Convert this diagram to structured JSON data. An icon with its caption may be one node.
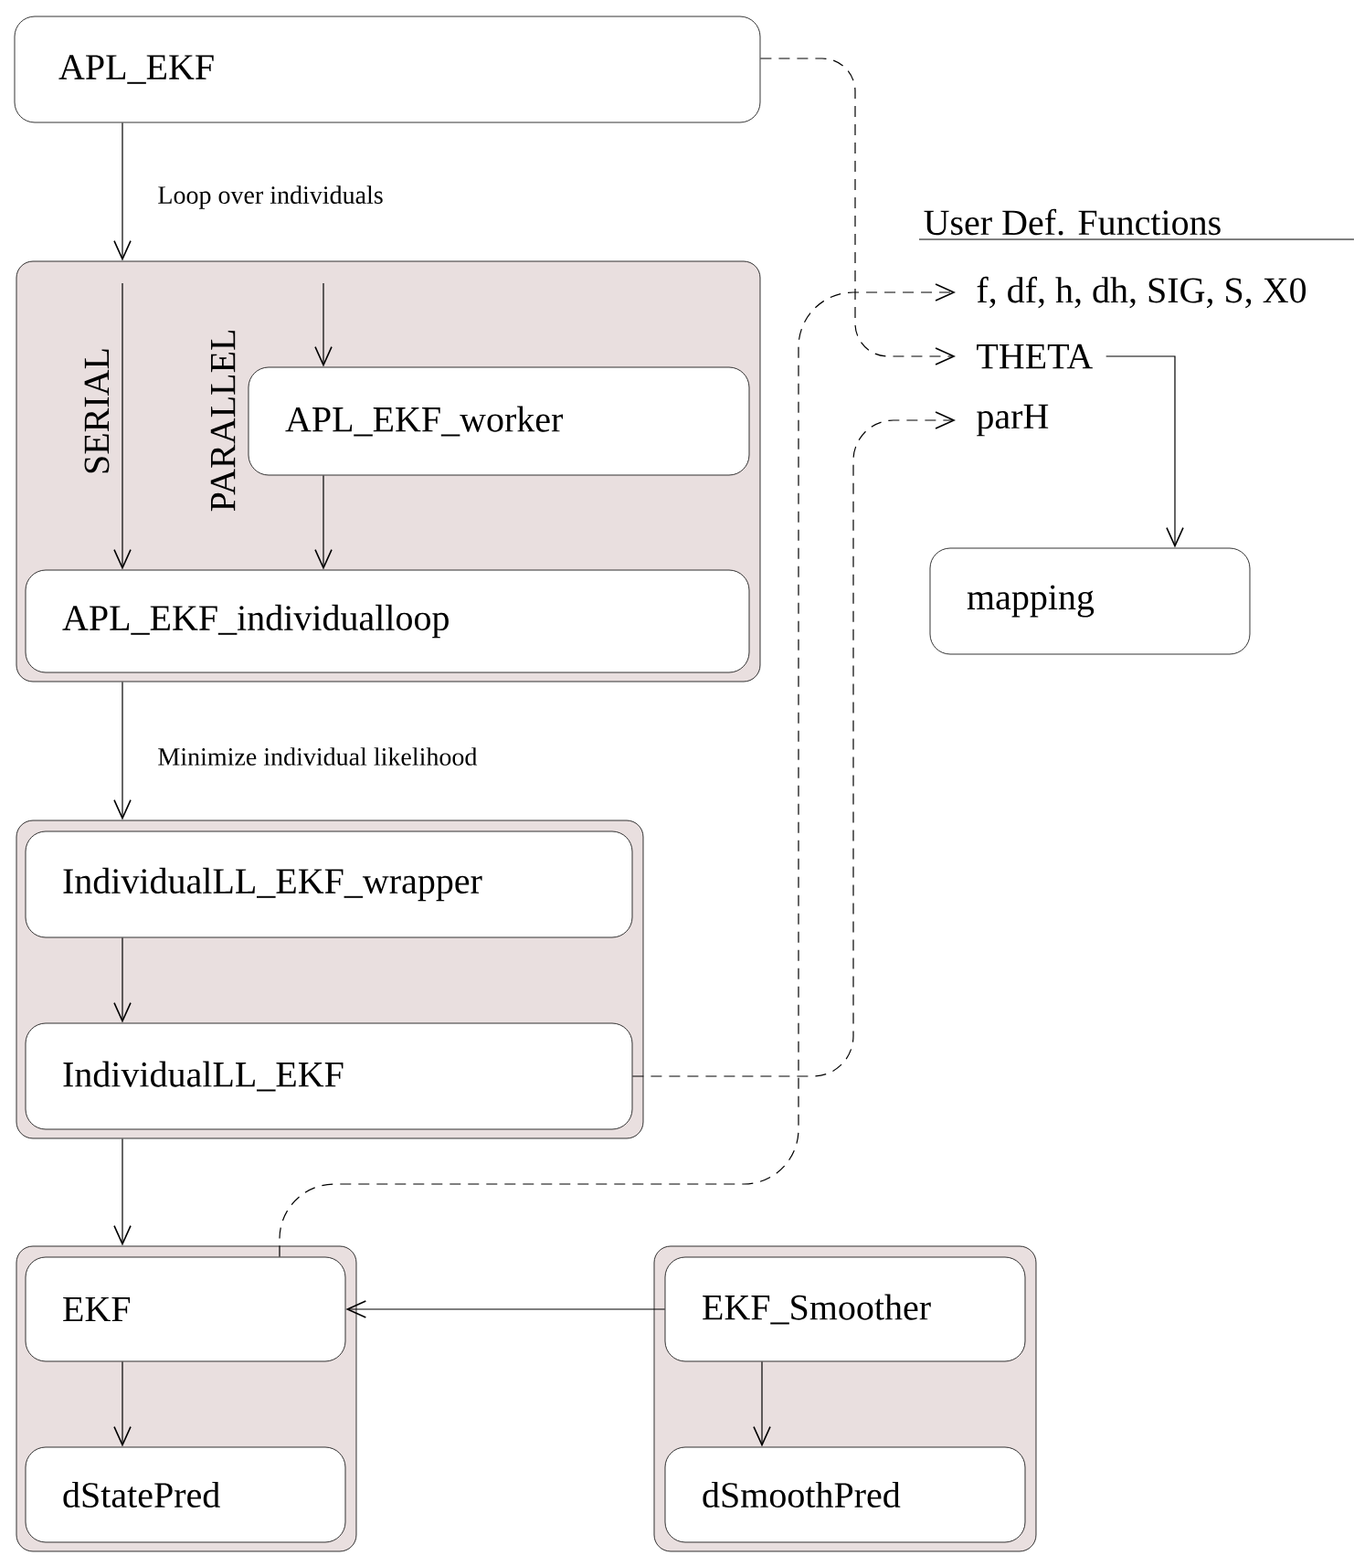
{
  "diagram": {
    "nodes": [
      {
        "text": [
          "APL_EKF"
        ]
      },
      {
        "text": [],
        "shape": "box"
      },
      {
        "text": [
          "APL_EKF_worker"
        ],
        "in": 1
      },
      {
        "text": [
          "APL_EKF_individualloop"
        ],
        "in": 1
      },
      {
        "text": [],
        "shape": "box"
      },
      {
        "text": [
          "IndividualLL_EKF_wrapper"
        ],
        "in": 4
      },
      {
        "text": [
          "IndividualLL_EKF"
        ],
        "in": 4
      },
      {
        "text": [],
        "shape": "box"
      },
      {
        "text": [
          "EKF"
        ],
        "in": 7
      },
      {
        "text": [
          "dStatePred"
        ],
        "in": 7
      },
      {
        "text": [],
        "shape": "box"
      },
      {
        "text": [
          "EKF_Smoother"
        ],
        "in": 10
      },
      {
        "text": [
          "dSmoothPred"
        ],
        "in": 10
      },
      {
        "text": [
          "f, df, h, dh, SIG, S, X0"
        ]
      },
      {
        "text": [
          "THETA"
        ]
      },
      {
        "text": [
          "parH"
        ]
      },
      {
        "text": [
          "mapping"
        ]
      }
    ],
    "edges": [
      {
        "from": 0,
        "to": 1,
        "arrow": "to",
        "label": "Loop over individuals"
      },
      {
        "from": null,
        "to": 3,
        "arrow": "to",
        "label": "SERIAL"
      },
      {
        "from": null,
        "to": 2,
        "arrow": "to",
        "label": "PARALLEL"
      },
      {
        "from": 2,
        "to": 3,
        "arrow": "to"
      },
      {
        "from": 1,
        "to": 4,
        "arrow": "to",
        "label": "Minimize individual likelihood"
      },
      {
        "from": 5,
        "to": 6,
        "arrow": "to"
      },
      {
        "from": 4,
        "to": 7,
        "arrow": "to"
      },
      {
        "from": 8,
        "to": 9,
        "arrow": "to"
      },
      {
        "from": 11,
        "to": 8,
        "arrow": "to"
      },
      {
        "from": 11,
        "to": 12,
        "arrow": "to"
      },
      {
        "from": 0,
        "to": 14,
        "arrow": "to",
        "style": "dashed"
      },
      {
        "from": 6,
        "to": 15,
        "arrow": "to",
        "style": "dashed"
      },
      {
        "from": 8,
        "to": 13,
        "arrow": "to",
        "style": "dashed"
      },
      {
        "from": 14,
        "to": 16,
        "arrow": "to"
      }
    ],
    "labels": [
      "User Def. Functions"
    ]
  }
}
